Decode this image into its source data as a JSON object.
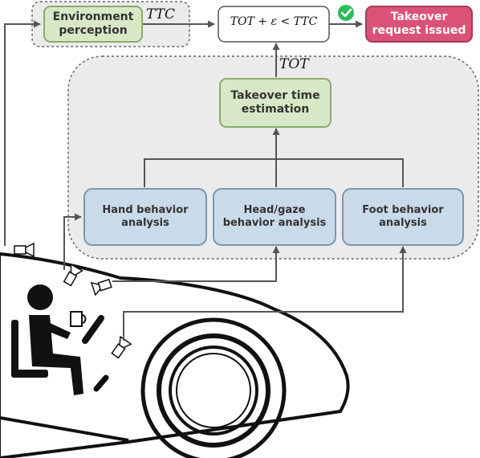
{
  "colors": {
    "green_fill": "#d8e8c6",
    "green_stroke": "#8cab6f",
    "blue_fill": "#c9dae9",
    "blue_stroke": "#7d96ab",
    "pink_fill": "#db5278",
    "pink_stroke": "#a83a58",
    "group_fill": "#ebebeb",
    "group_stroke": "#666666",
    "arrow": "#555555",
    "check": "#2dbb5a"
  },
  "nodes": {
    "env_perception": "Environment\nperception",
    "takeover_time_estimation": "Takeover time\nestimation",
    "hand_behavior": "Hand behavior\nanalysis",
    "head_gaze_behavior": "Head/gaze\nbehavior analysis",
    "foot_behavior": "Foot behavior\nanalysis",
    "takeover_request": "Takeover\nrequest issued"
  },
  "math": {
    "ttc_label": "TTC",
    "tot_label": "TOT",
    "condition": "TOT + ε < TTC"
  },
  "icons": [
    "camera-icon",
    "check-circle-icon",
    "driver-icon",
    "steering-wheel-icon",
    "pedal-icon",
    "car-body-icon",
    "wheel-icon"
  ]
}
